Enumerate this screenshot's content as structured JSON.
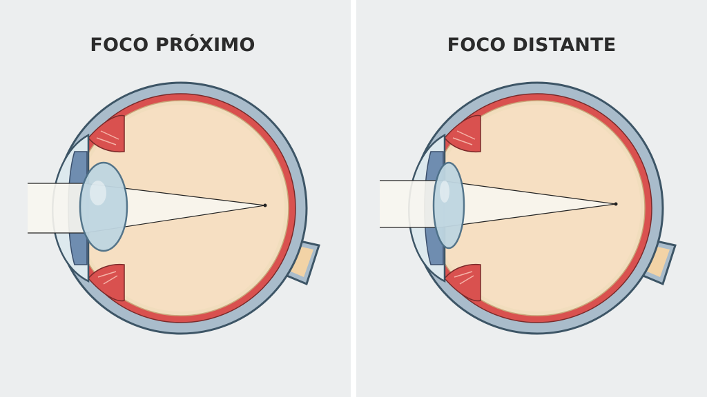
{
  "panels": [
    {
      "title": "FOCO PRÓXIMO",
      "lens_state": "thick"
    },
    {
      "title": "FOCO DISTANTE",
      "lens_state": "thin"
    }
  ],
  "colors": {
    "background": "#eceeef",
    "sclera": "#a9bccb",
    "choroid": "#d9514f",
    "retina": "#f1ddbd",
    "vitreous": "#f6dfc2",
    "lens": "#bfd6e1",
    "cornea": "#dde9ee",
    "iris": "#6f8db0",
    "optic_nerve": "#f2d3a6",
    "light_beam": "#f8f6f0"
  }
}
